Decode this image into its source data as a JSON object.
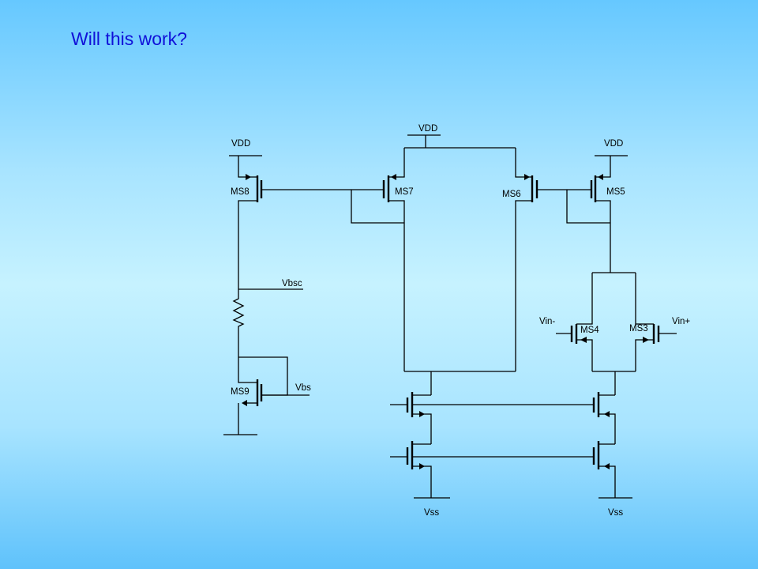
{
  "title": "Will this work?",
  "labels": {
    "vdd_left": "VDD",
    "vdd_mid": "VDD",
    "vdd_right": "VDD",
    "ms8": "MS8",
    "ms7": "MS7",
    "ms6": "MS6",
    "ms5": "MS5",
    "vbsc": "Vbsc",
    "ms9": "MS9",
    "vbs": "Vbs",
    "vin_minus": "Vin-",
    "ms4": "MS4",
    "ms3": "MS3",
    "vin_plus": "Vin+",
    "vss_left": "Vss",
    "vss_right": "Vss"
  }
}
